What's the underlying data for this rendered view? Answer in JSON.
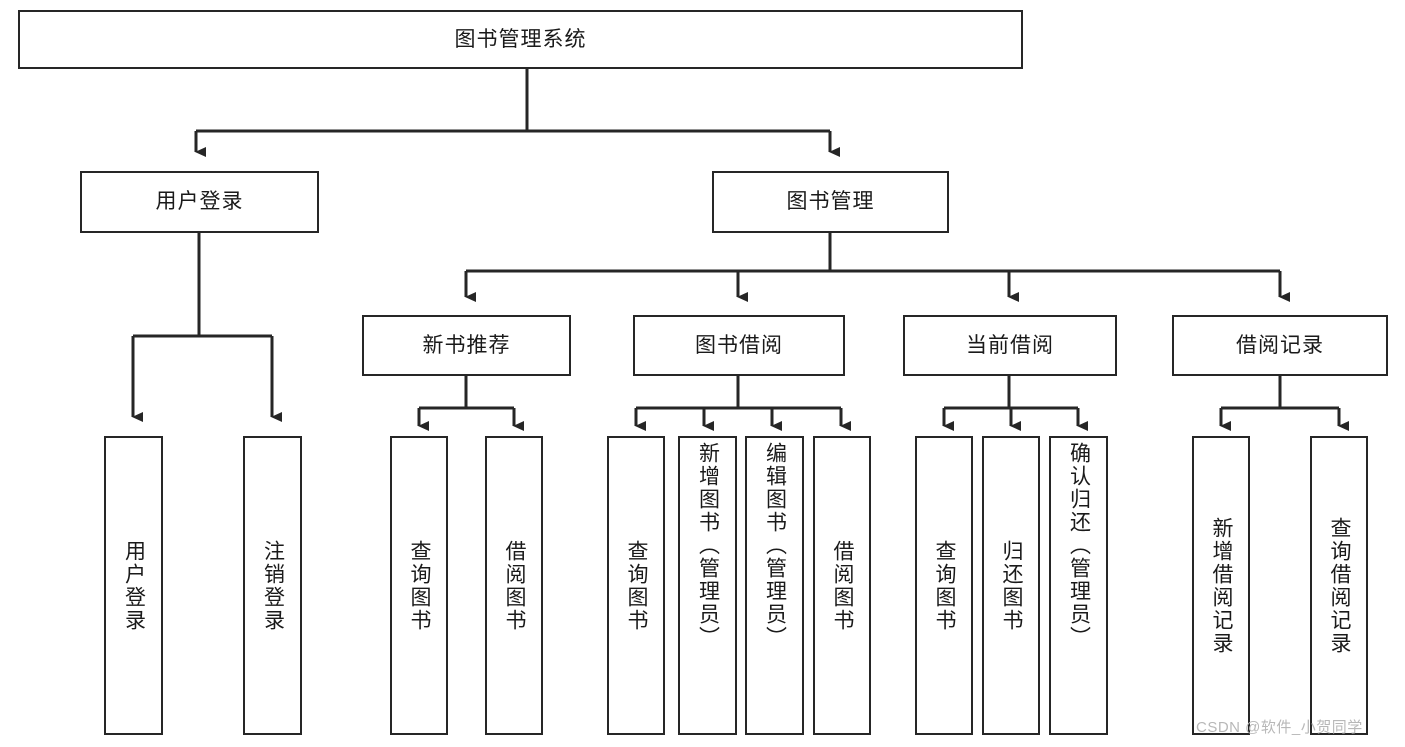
{
  "diagram": {
    "type": "tree-hierarchy-flowchart",
    "title": "图书管理系统",
    "background_color": "#ffffff",
    "line_color": "#262626",
    "text_color": "#1a1a1a"
  },
  "root": {
    "label": "图书管理系统"
  },
  "level2": [
    {
      "id": "user-login",
      "label": "用户登录"
    },
    {
      "id": "book-management",
      "label": "图书管理"
    }
  ],
  "level3": [
    {
      "id": "new-book-recommend",
      "label": "新书推荐"
    },
    {
      "id": "book-borrow",
      "label": "图书借阅"
    },
    {
      "id": "current-borrow",
      "label": "当前借阅"
    },
    {
      "id": "borrow-record",
      "label": "借阅记录"
    }
  ],
  "leaves": {
    "user_login": [
      {
        "id": "leaf-user-login",
        "label": "用户登录"
      },
      {
        "id": "leaf-logout-login",
        "label": "注销登录"
      }
    ],
    "new_book_recommend": [
      {
        "id": "leaf-query-book-1",
        "label": "查询图书"
      },
      {
        "id": "leaf-borrow-book-1",
        "label": "借阅图书"
      }
    ],
    "book_borrow": [
      {
        "id": "leaf-query-book-2",
        "label": "查询图书"
      },
      {
        "id": "leaf-add-book-admin",
        "label": "新增图书（管理员）"
      },
      {
        "id": "leaf-edit-book-admin",
        "label": "编辑图书（管理员）"
      },
      {
        "id": "leaf-borrow-book-2",
        "label": "借阅图书"
      }
    ],
    "current_borrow": [
      {
        "id": "leaf-query-book-3",
        "label": "查询图书"
      },
      {
        "id": "leaf-return-book",
        "label": "归还图书"
      },
      {
        "id": "leaf-confirm-return-admin",
        "label": "确认归还（管理员）"
      }
    ],
    "borrow_record": [
      {
        "id": "leaf-add-borrow-record",
        "label": "新增借阅记录"
      },
      {
        "id": "leaf-query-borrow-record",
        "label": "查询借阅记录"
      }
    ]
  },
  "watermark": {
    "text": "CSDN @软件_小贺同学"
  }
}
